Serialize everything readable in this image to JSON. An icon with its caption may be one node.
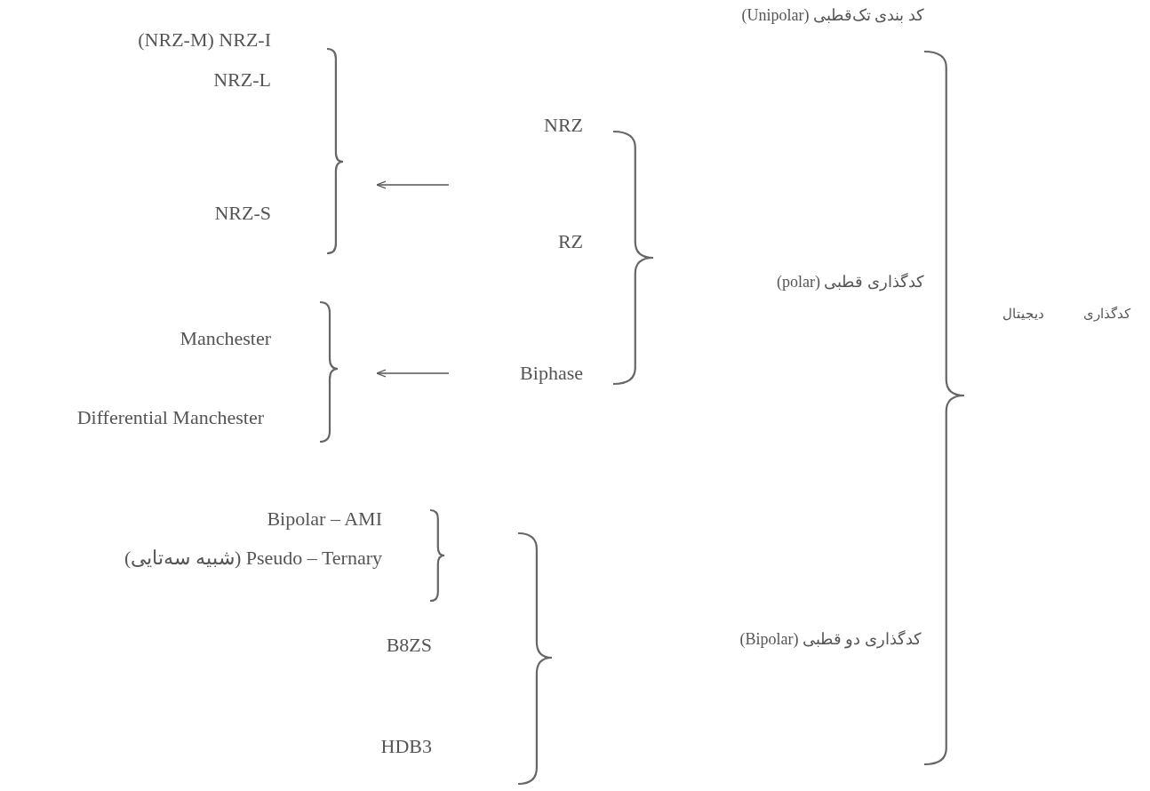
{
  "diagram": {
    "labels": [
      "کد بندی تک‌قطبی (Unipolar)",
      "(NRZ-M) NRZ-I",
      "NRZ-L",
      "NRZ",
      "NRZ-S",
      "RZ",
      "کدگذاری قطبی (polar)",
      "کدگذاری دیجیتال",
      "Manchester",
      "Biphase",
      "Differential Manchester",
      "Bipolar – AMI",
      "(شبیه سه‌تایی) Pseudo – Ternary",
      "B8ZS",
      "کدگذاری دو قطبی (Bipolar)",
      "HDB3"
    ]
  }
}
